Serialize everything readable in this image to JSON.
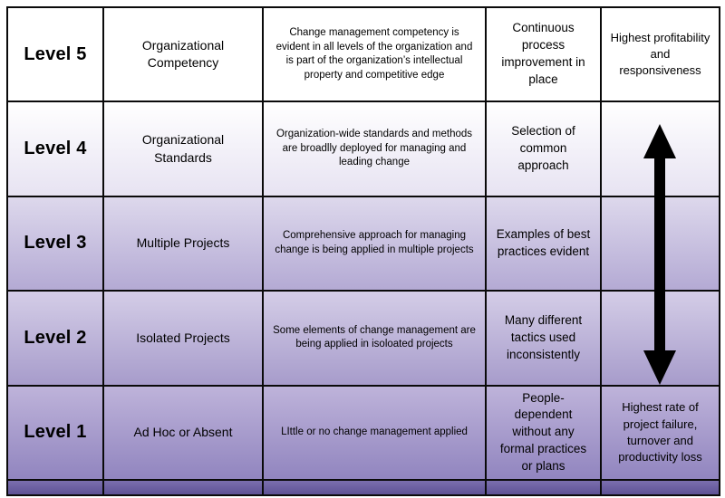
{
  "colors": {
    "border": "#0a0a0a",
    "purple_light": "#ddd8ec",
    "purple_mid": "#a79ccb",
    "purple_dark": "#5e5295",
    "arrow": "#000000"
  },
  "rows": [
    {
      "level": "Level 5",
      "name": "Organizational Competency",
      "description": "Change management competency is evident in all levels of the organization and is part of the organization’s intellectual property and competitive edge",
      "characteristic": "Continuous process improvement in place",
      "outcome": "Highest profitability and responsiveness"
    },
    {
      "level": "Level 4",
      "name": "Organizational Standards",
      "description": "Organization-wide standards and methods are broadlly deployed for managing and leading change",
      "characteristic": "Selection of common approach",
      "outcome": ""
    },
    {
      "level": "Level 3",
      "name": "Multiple Projects",
      "description": "Comprehensive approach for managing change is being applied in multiple projects",
      "characteristic": "Examples of best practices evident",
      "outcome": ""
    },
    {
      "level": "Level 2",
      "name": "Isolated Projects",
      "description": "Some elements of change management are being applied in isoloated projects",
      "characteristic": "Many different tactics used inconsistently",
      "outcome": ""
    },
    {
      "level": "Level 1",
      "name": "Ad Hoc or Absent",
      "description": "LIttle or no change management applied",
      "characteristic": "People-dependent without any formal practices or plans",
      "outcome": "Highest rate of project failure, turnover and productivity loss"
    }
  ]
}
